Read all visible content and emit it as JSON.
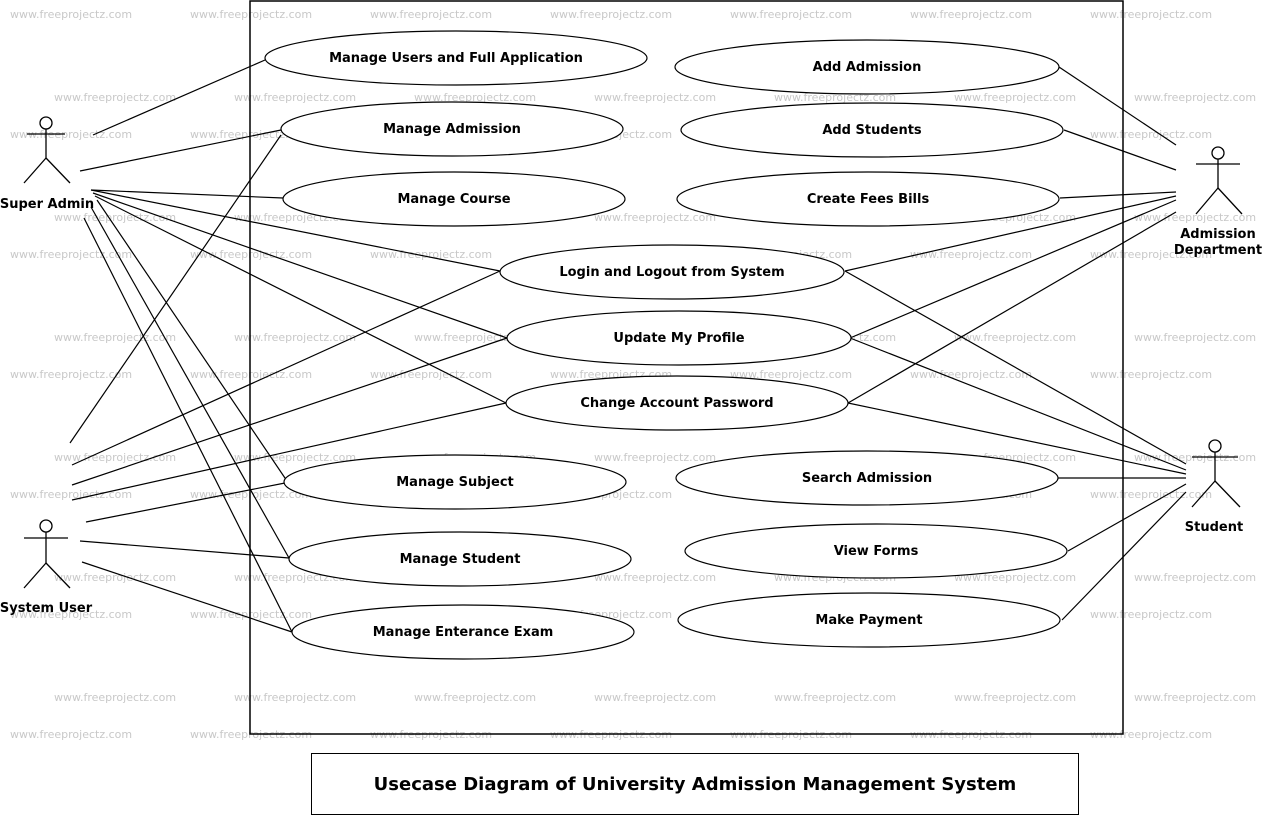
{
  "watermark": "www.freeprojectz.com",
  "caption": "Usecase Diagram of University Admission Management System",
  "actors": {
    "super_admin": "Super Admin",
    "system_user": "System User",
    "admission_department_line1": "Admission",
    "admission_department_line2": "Department",
    "student": "Student"
  },
  "use_cases": {
    "manage_users": "Manage Users and Full Application",
    "manage_admission": "Manage Admission",
    "manage_course": "Manage Course",
    "login_logout": "Login and Logout from System",
    "update_profile": "Update My Profile",
    "change_password": "Change Account Password",
    "manage_subject": "Manage Subject",
    "manage_student": "Manage Student",
    "manage_exam": "Manage Enterance Exam",
    "add_admission": "Add Admission",
    "add_students": "Add Students",
    "create_fees_bills": "Create Fees Bills",
    "search_admission": "Search Admission",
    "view_forms": "View Forms",
    "make_payment": "Make Payment"
  }
}
